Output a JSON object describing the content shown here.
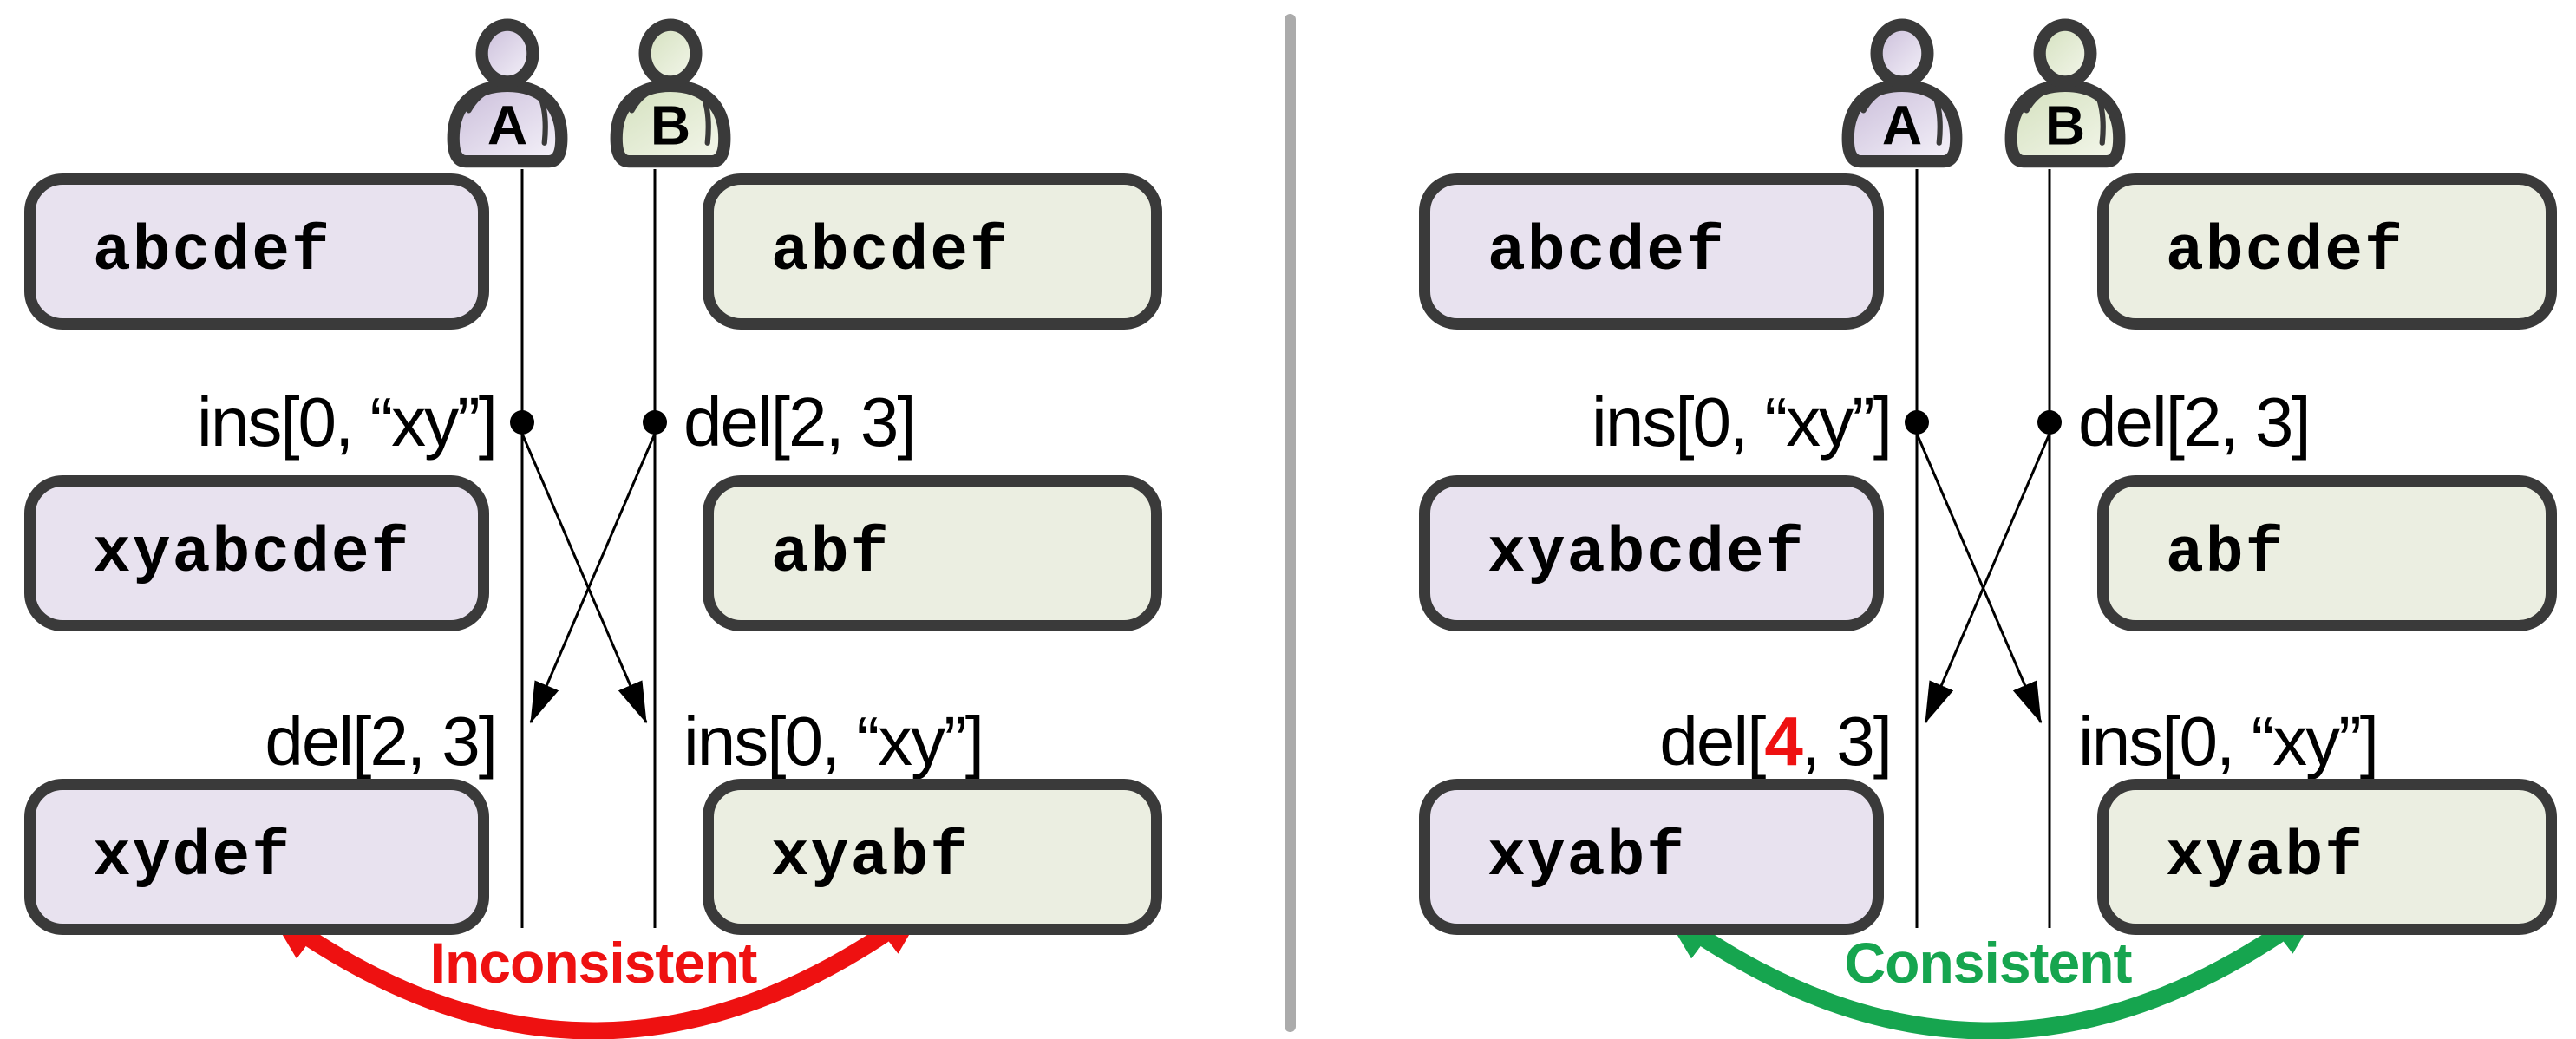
{
  "colors": {
    "outline": "#3a3a3a",
    "box_a_fill": "#e8e2ef",
    "box_b_fill": "#ebeee1",
    "user_a_fill_dark": "#c9bcd9",
    "user_a_fill_light": "#f4f1f9",
    "user_b_fill_dark": "#d3e0bd",
    "user_b_fill_light": "#f3f6ea",
    "inconsistent_red": "#ee1111",
    "consistent_green": "#16a54f",
    "divider_gray": "#ababab"
  },
  "panels": [
    {
      "name": "without-transformation",
      "user_a": "A",
      "user_b": "B",
      "row1_a": "abcdef",
      "row1_b": "abcdef",
      "op_a1": {
        "parts": [
          {
            "t": "ins[0, “xy”]"
          }
        ]
      },
      "op_b1": {
        "parts": [
          {
            "t": "del[2, 3]"
          }
        ]
      },
      "row2_a": "xyabcdef",
      "row2_b": "abf",
      "op_a2": {
        "parts": [
          {
            "t": "del[2, 3]"
          }
        ]
      },
      "op_b2": {
        "parts": [
          {
            "t": "ins[0, “xy”]"
          }
        ]
      },
      "row3_a": "xydef",
      "row3_b": "xyabf",
      "verdict": {
        "label": "Inconsistent",
        "color": "#ee1111"
      }
    },
    {
      "name": "with-transformation",
      "user_a": "A",
      "user_b": "B",
      "row1_a": "abcdef",
      "row1_b": "abcdef",
      "op_a1": {
        "parts": [
          {
            "t": "ins[0, “xy”]"
          }
        ]
      },
      "op_b1": {
        "parts": [
          {
            "t": "del[2, 3]"
          }
        ]
      },
      "row2_a": "xyabcdef",
      "row2_b": "abf",
      "op_a2": {
        "parts": [
          {
            "t": "del["
          },
          {
            "t": "4",
            "color": "#ee1111",
            "bold": true
          },
          {
            "t": ", 3]"
          }
        ]
      },
      "op_b2": {
        "parts": [
          {
            "t": "ins[0, “xy”]"
          }
        ]
      },
      "row3_a": "xyabf",
      "row3_b": "xyabf",
      "verdict": {
        "label": "Consistent",
        "color": "#16a54f"
      }
    }
  ]
}
